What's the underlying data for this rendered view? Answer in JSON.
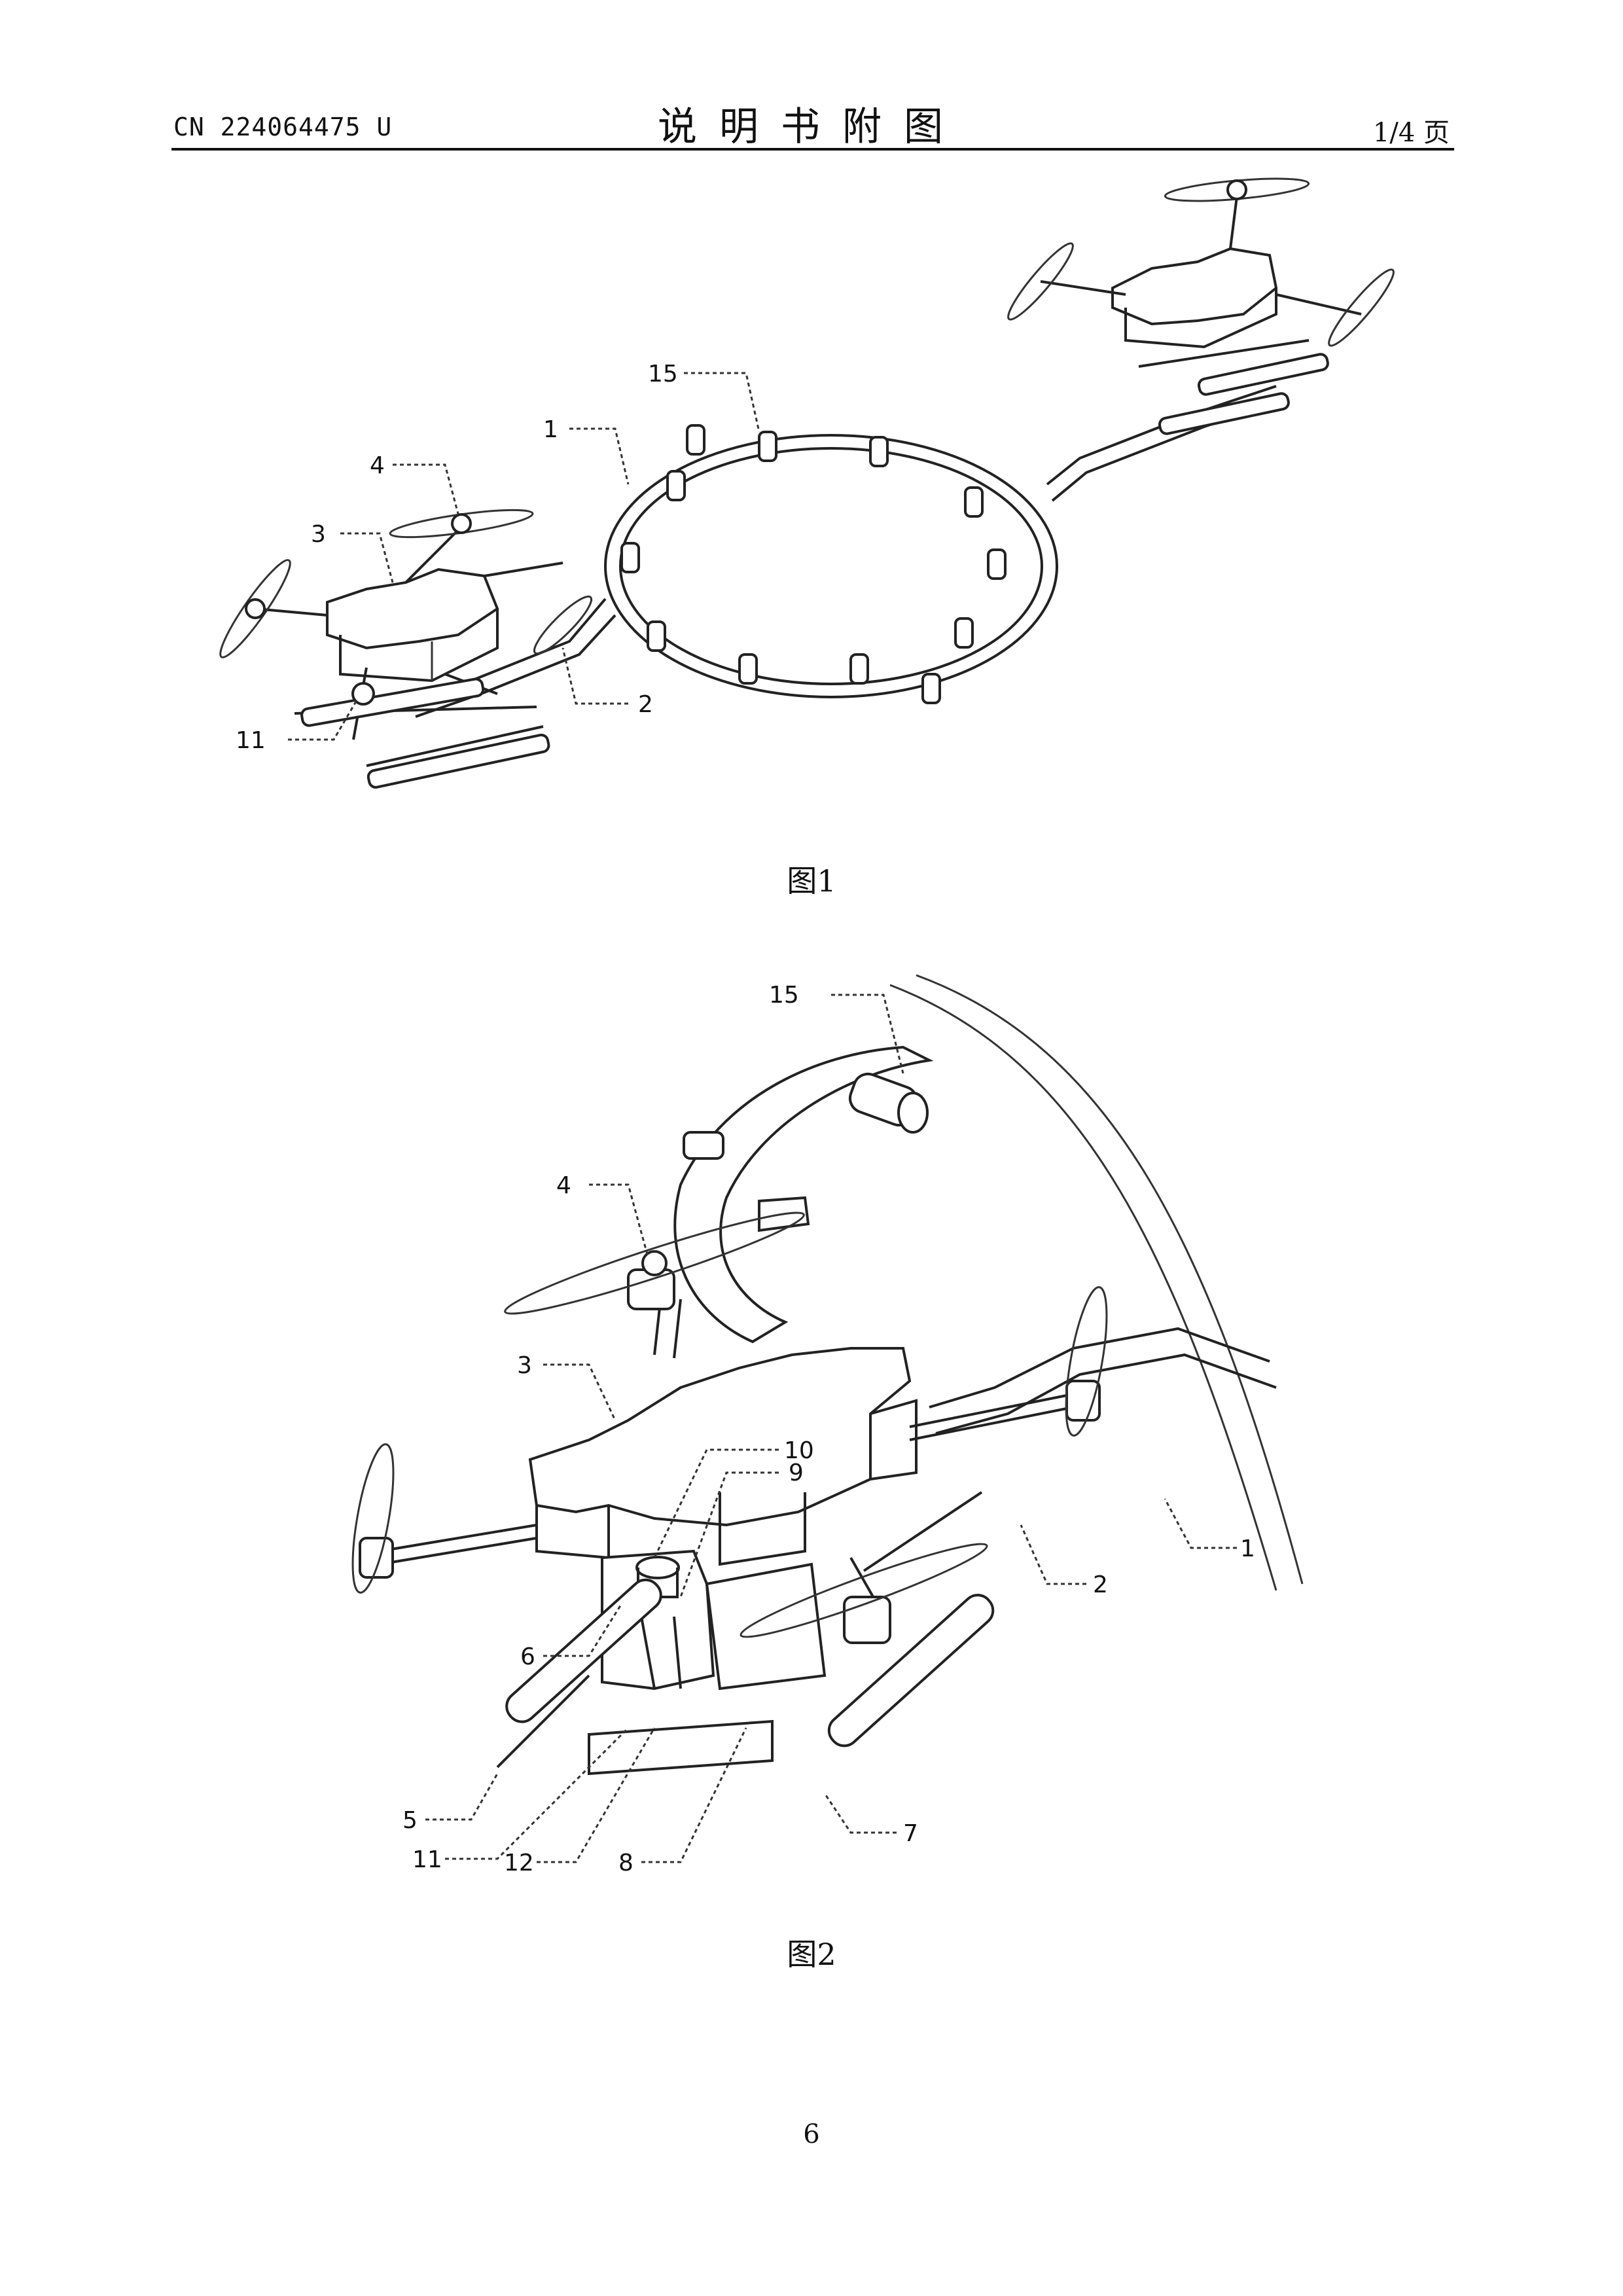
{
  "header": {
    "patent_number": "CN 224064475 U",
    "title": "说明书附图",
    "page_of": "1/4 页"
  },
  "figures": [
    {
      "caption": "图1",
      "labels": [
        "15",
        "1",
        "4",
        "3",
        "2",
        "11"
      ]
    },
    {
      "caption": "图2",
      "labels": [
        "15",
        "4",
        "3",
        "10",
        "9",
        "2",
        "1",
        "6",
        "5",
        "11",
        "12",
        "8",
        "7"
      ]
    }
  ],
  "footer": {
    "page_number": "6"
  }
}
